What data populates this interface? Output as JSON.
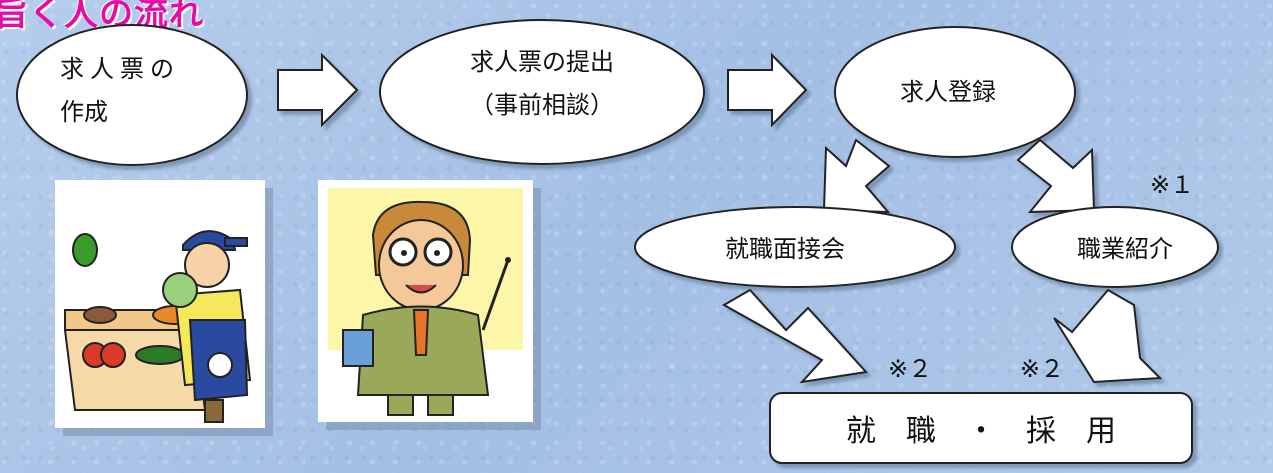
{
  "title_fragment": "旨く人の流れ",
  "nodes": {
    "create_line1": "求人票の",
    "create_line2": "作成",
    "submit_line1": "求人票の提出",
    "submit_line2": "（事前相談）",
    "register": "求人登録",
    "fair": "就職面接会",
    "referral": "職業紹介",
    "hire": "就　職　・　採　用"
  },
  "notes": {
    "n1": "※１",
    "n2a": "※２",
    "n2b": "※２"
  },
  "illustrations": {
    "left": "grocer-illustration",
    "right": "officer-illustration"
  },
  "colors": {
    "title": "#e60aa8",
    "background": "#a9c4e6"
  }
}
